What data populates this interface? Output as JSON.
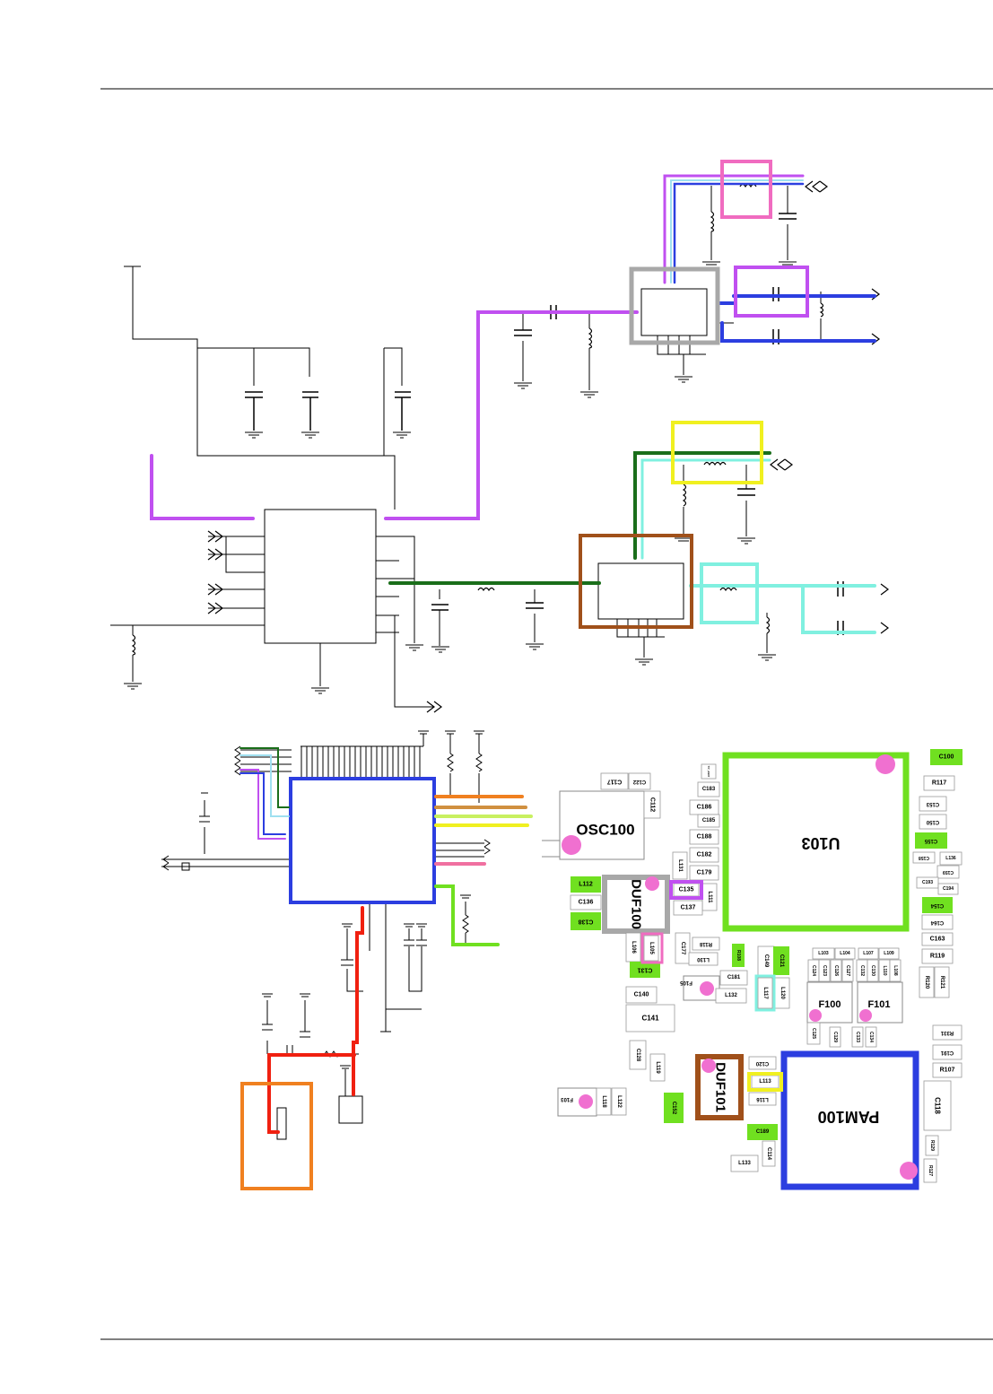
{
  "layout": {
    "labels": [
      {
        "id": "osc100",
        "text": "OSC100"
      },
      {
        "id": "u103",
        "text": "U103"
      },
      {
        "id": "duf100",
        "text": "DUF100"
      },
      {
        "id": "duf101",
        "text": "DUF101"
      },
      {
        "id": "pam100",
        "text": "PAM100"
      },
      {
        "id": "f100",
        "text": "F100"
      },
      {
        "id": "f101",
        "text": "F101"
      },
      {
        "id": "c100",
        "text": "C100"
      },
      {
        "id": "c117",
        "text": "C117"
      },
      {
        "id": "c122",
        "text": "C122"
      },
      {
        "id": "c112",
        "text": "C112"
      },
      {
        "id": "c183",
        "text": "C183"
      },
      {
        "id": "c186",
        "text": "C186"
      },
      {
        "id": "c185",
        "text": "C185"
      },
      {
        "id": "c188",
        "text": "C188"
      },
      {
        "id": "c182",
        "text": "C182"
      },
      {
        "id": "c179",
        "text": "C179"
      },
      {
        "id": "l131",
        "text": "L131"
      },
      {
        "id": "l111",
        "text": "L111"
      },
      {
        "id": "l112",
        "text": "L112"
      },
      {
        "id": "c136",
        "text": "C136"
      },
      {
        "id": "c138",
        "text": "C138"
      },
      {
        "id": "c135",
        "text": "C135"
      },
      {
        "id": "c137",
        "text": "C137"
      },
      {
        "id": "r117",
        "text": "R117"
      },
      {
        "id": "c153",
        "text": "C153"
      },
      {
        "id": "c150",
        "text": "C150"
      },
      {
        "id": "c155",
        "text": "C155"
      },
      {
        "id": "c158",
        "text": "C158"
      },
      {
        "id": "l136",
        "text": "L136"
      },
      {
        "id": "c159",
        "text": "C159"
      },
      {
        "id": "c193",
        "text": "C193"
      },
      {
        "id": "c194",
        "text": "C194"
      },
      {
        "id": "c154",
        "text": "C154"
      },
      {
        "id": "c164",
        "text": "C164"
      },
      {
        "id": "c163",
        "text": "C163"
      },
      {
        "id": "r119",
        "text": "R119"
      },
      {
        "id": "r120",
        "text": "R120"
      },
      {
        "id": "r121",
        "text": "R121"
      },
      {
        "id": "l106",
        "text": "L106"
      },
      {
        "id": "l105",
        "text": "L105"
      },
      {
        "id": "c131",
        "text": "C131"
      },
      {
        "id": "c177",
        "text": "C177"
      },
      {
        "id": "r118",
        "text": "R118"
      },
      {
        "id": "l130",
        "text": "L130"
      },
      {
        "id": "r108",
        "text": "R108"
      },
      {
        "id": "c149",
        "text": "C149"
      },
      {
        "id": "c121",
        "text": "C121"
      },
      {
        "id": "c181",
        "text": "C181"
      },
      {
        "id": "f105",
        "text": "F105"
      },
      {
        "id": "l132",
        "text": "L132"
      },
      {
        "id": "l117",
        "text": "L117"
      },
      {
        "id": "l120",
        "text": "L120"
      },
      {
        "id": "l103",
        "text": "L103"
      },
      {
        "id": "l104",
        "text": "L104"
      },
      {
        "id": "l107",
        "text": "L107"
      },
      {
        "id": "l109",
        "text": "L109"
      },
      {
        "id": "c124",
        "text": "C124"
      },
      {
        "id": "c123",
        "text": "C123"
      },
      {
        "id": "c126",
        "text": "C126"
      },
      {
        "id": "c127",
        "text": "C127"
      },
      {
        "id": "c132",
        "text": "C132"
      },
      {
        "id": "c130",
        "text": "C130"
      },
      {
        "id": "l110",
        "text": "L110"
      },
      {
        "id": "l108",
        "text": "L108"
      },
      {
        "id": "c140",
        "text": "C140"
      },
      {
        "id": "c141",
        "text": "C141"
      },
      {
        "id": "c125",
        "text": "C125"
      },
      {
        "id": "c129",
        "text": "C129"
      },
      {
        "id": "c133",
        "text": "C133"
      },
      {
        "id": "c134",
        "text": "C134"
      },
      {
        "id": "r331",
        "text": "R331"
      },
      {
        "id": "c191",
        "text": "C191"
      },
      {
        "id": "r107",
        "text": "R107"
      },
      {
        "id": "c118",
        "text": "C118"
      },
      {
        "id": "r129",
        "text": "R129"
      },
      {
        "id": "r127",
        "text": "R127"
      },
      {
        "id": "c128",
        "text": "C128"
      },
      {
        "id": "l119",
        "text": "L119"
      },
      {
        "id": "f103",
        "text": "F103"
      },
      {
        "id": "l118",
        "text": "L118"
      },
      {
        "id": "l122",
        "text": "L122"
      },
      {
        "id": "c152",
        "text": "C152"
      },
      {
        "id": "c120",
        "text": "C120"
      },
      {
        "id": "l113",
        "text": "L113"
      },
      {
        "id": "l116",
        "text": "L116"
      },
      {
        "id": "c189",
        "text": "C189"
      },
      {
        "id": "c114",
        "text": "C114"
      },
      {
        "id": "l133",
        "text": "L133"
      },
      {
        "id": "tp",
        "text": "TP_A907"
      }
    ]
  },
  "colors": {
    "purple": "#c050f0",
    "blue": "#2c3ee0",
    "pink": "#f06cc0",
    "gray": "#a8a8a8",
    "darkgreen": "#1a6e1a",
    "aqua": "#80f0e0",
    "yellow": "#f0f020",
    "brown": "#a0501a",
    "lime": "#70e020",
    "orange": "#f08020",
    "red": "#f02010",
    "tan": "#d09040",
    "magenta": "#f070d0"
  }
}
